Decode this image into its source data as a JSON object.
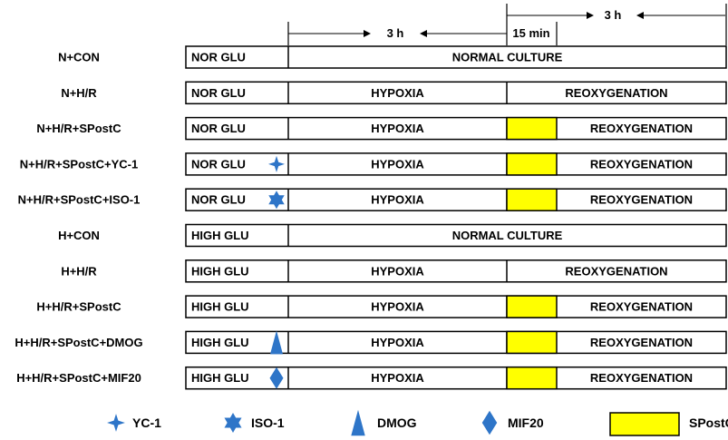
{
  "timeline": {
    "hypoxia_duration": "3 h",
    "postc_duration": "15 min",
    "reoxygenation_duration": "3 h"
  },
  "colors": {
    "marker": "#2e75c8",
    "spostc_fill": "#ffff00",
    "border": "#000000"
  },
  "rows": [
    {
      "label": "N+CON",
      "pretreatment": "NOR GLU",
      "type": "normal",
      "culture": "NORMAL CULTURE",
      "spostc": false,
      "marker": null
    },
    {
      "label": "N+H/R",
      "pretreatment": "NOR GLU",
      "type": "hr",
      "hypoxia": "HYPOXIA",
      "reox": "REOXYGENATION",
      "spostc": false,
      "marker": null
    },
    {
      "label": "N+H/R+SPostC",
      "pretreatment": "NOR GLU",
      "type": "hr",
      "hypoxia": "HYPOXIA",
      "reox": "REOXYGENATION",
      "spostc": true,
      "marker": null
    },
    {
      "label": "N+H/R+SPostC+YC-1",
      "pretreatment": "NOR GLU",
      "type": "hr",
      "hypoxia": "HYPOXIA",
      "reox": "REOXYGENATION",
      "spostc": true,
      "marker": "yc1-icon"
    },
    {
      "label": "N+H/R+SPostC+ISO-1",
      "pretreatment": "NOR GLU",
      "type": "hr",
      "hypoxia": "HYPOXIA",
      "reox": "REOXYGENATION",
      "spostc": true,
      "marker": "iso1-icon"
    },
    {
      "label": "H+CON",
      "pretreatment": "HIGH GLU",
      "type": "normal",
      "culture": "NORMAL CULTURE",
      "spostc": false,
      "marker": null
    },
    {
      "label": "H+H/R",
      "pretreatment": "HIGH GLU",
      "type": "hr",
      "hypoxia": "HYPOXIA",
      "reox": "REOXYGENATION",
      "spostc": false,
      "marker": null
    },
    {
      "label": "H+H/R+SPostC",
      "pretreatment": "HIGH GLU",
      "type": "hr",
      "hypoxia": "HYPOXIA",
      "reox": "REOXYGENATION",
      "spostc": true,
      "marker": null
    },
    {
      "label": "H+H/R+SPostC+DMOG",
      "pretreatment": "HIGH GLU",
      "type": "hr",
      "hypoxia": "HYPOXIA",
      "reox": "REOXYGENATION",
      "spostc": true,
      "marker": "dmog-icon"
    },
    {
      "label": "H+H/R+SPostC+MIF20",
      "pretreatment": "HIGH GLU",
      "type": "hr",
      "hypoxia": "HYPOXIA",
      "reox": "REOXYGENATION",
      "spostc": true,
      "marker": "mif20-icon"
    }
  ],
  "legend": [
    {
      "icon": "yc1-icon",
      "label": "YC-1"
    },
    {
      "icon": "iso1-icon",
      "label": "ISO-1"
    },
    {
      "icon": "dmog-icon",
      "label": "DMOG"
    },
    {
      "icon": "mif20-icon",
      "label": "MIF20"
    },
    {
      "icon": "spostc-swatch",
      "label": "SPostC"
    }
  ]
}
